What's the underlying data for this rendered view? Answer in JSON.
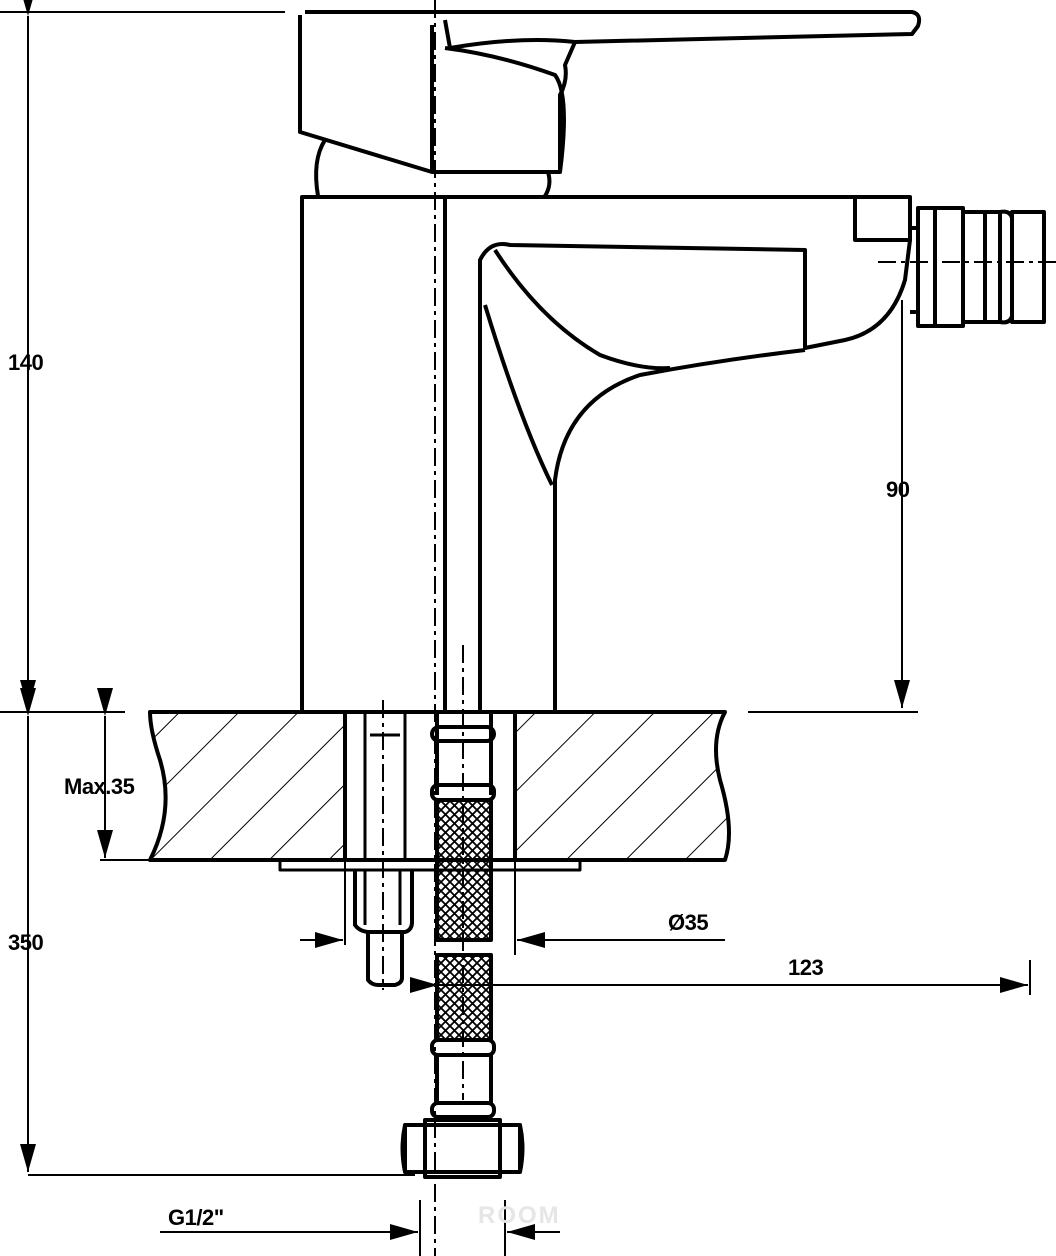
{
  "drawing": {
    "dimensions": {
      "total_height": "140",
      "spout_height": "90",
      "max_countertop": "Max.35",
      "hose_length": "350",
      "hole_diameter": "Ø35",
      "spout_reach": "123",
      "thread": "G1/2\""
    },
    "watermark": "ROOM",
    "line_color": "#000000",
    "background": "#ffffff"
  }
}
